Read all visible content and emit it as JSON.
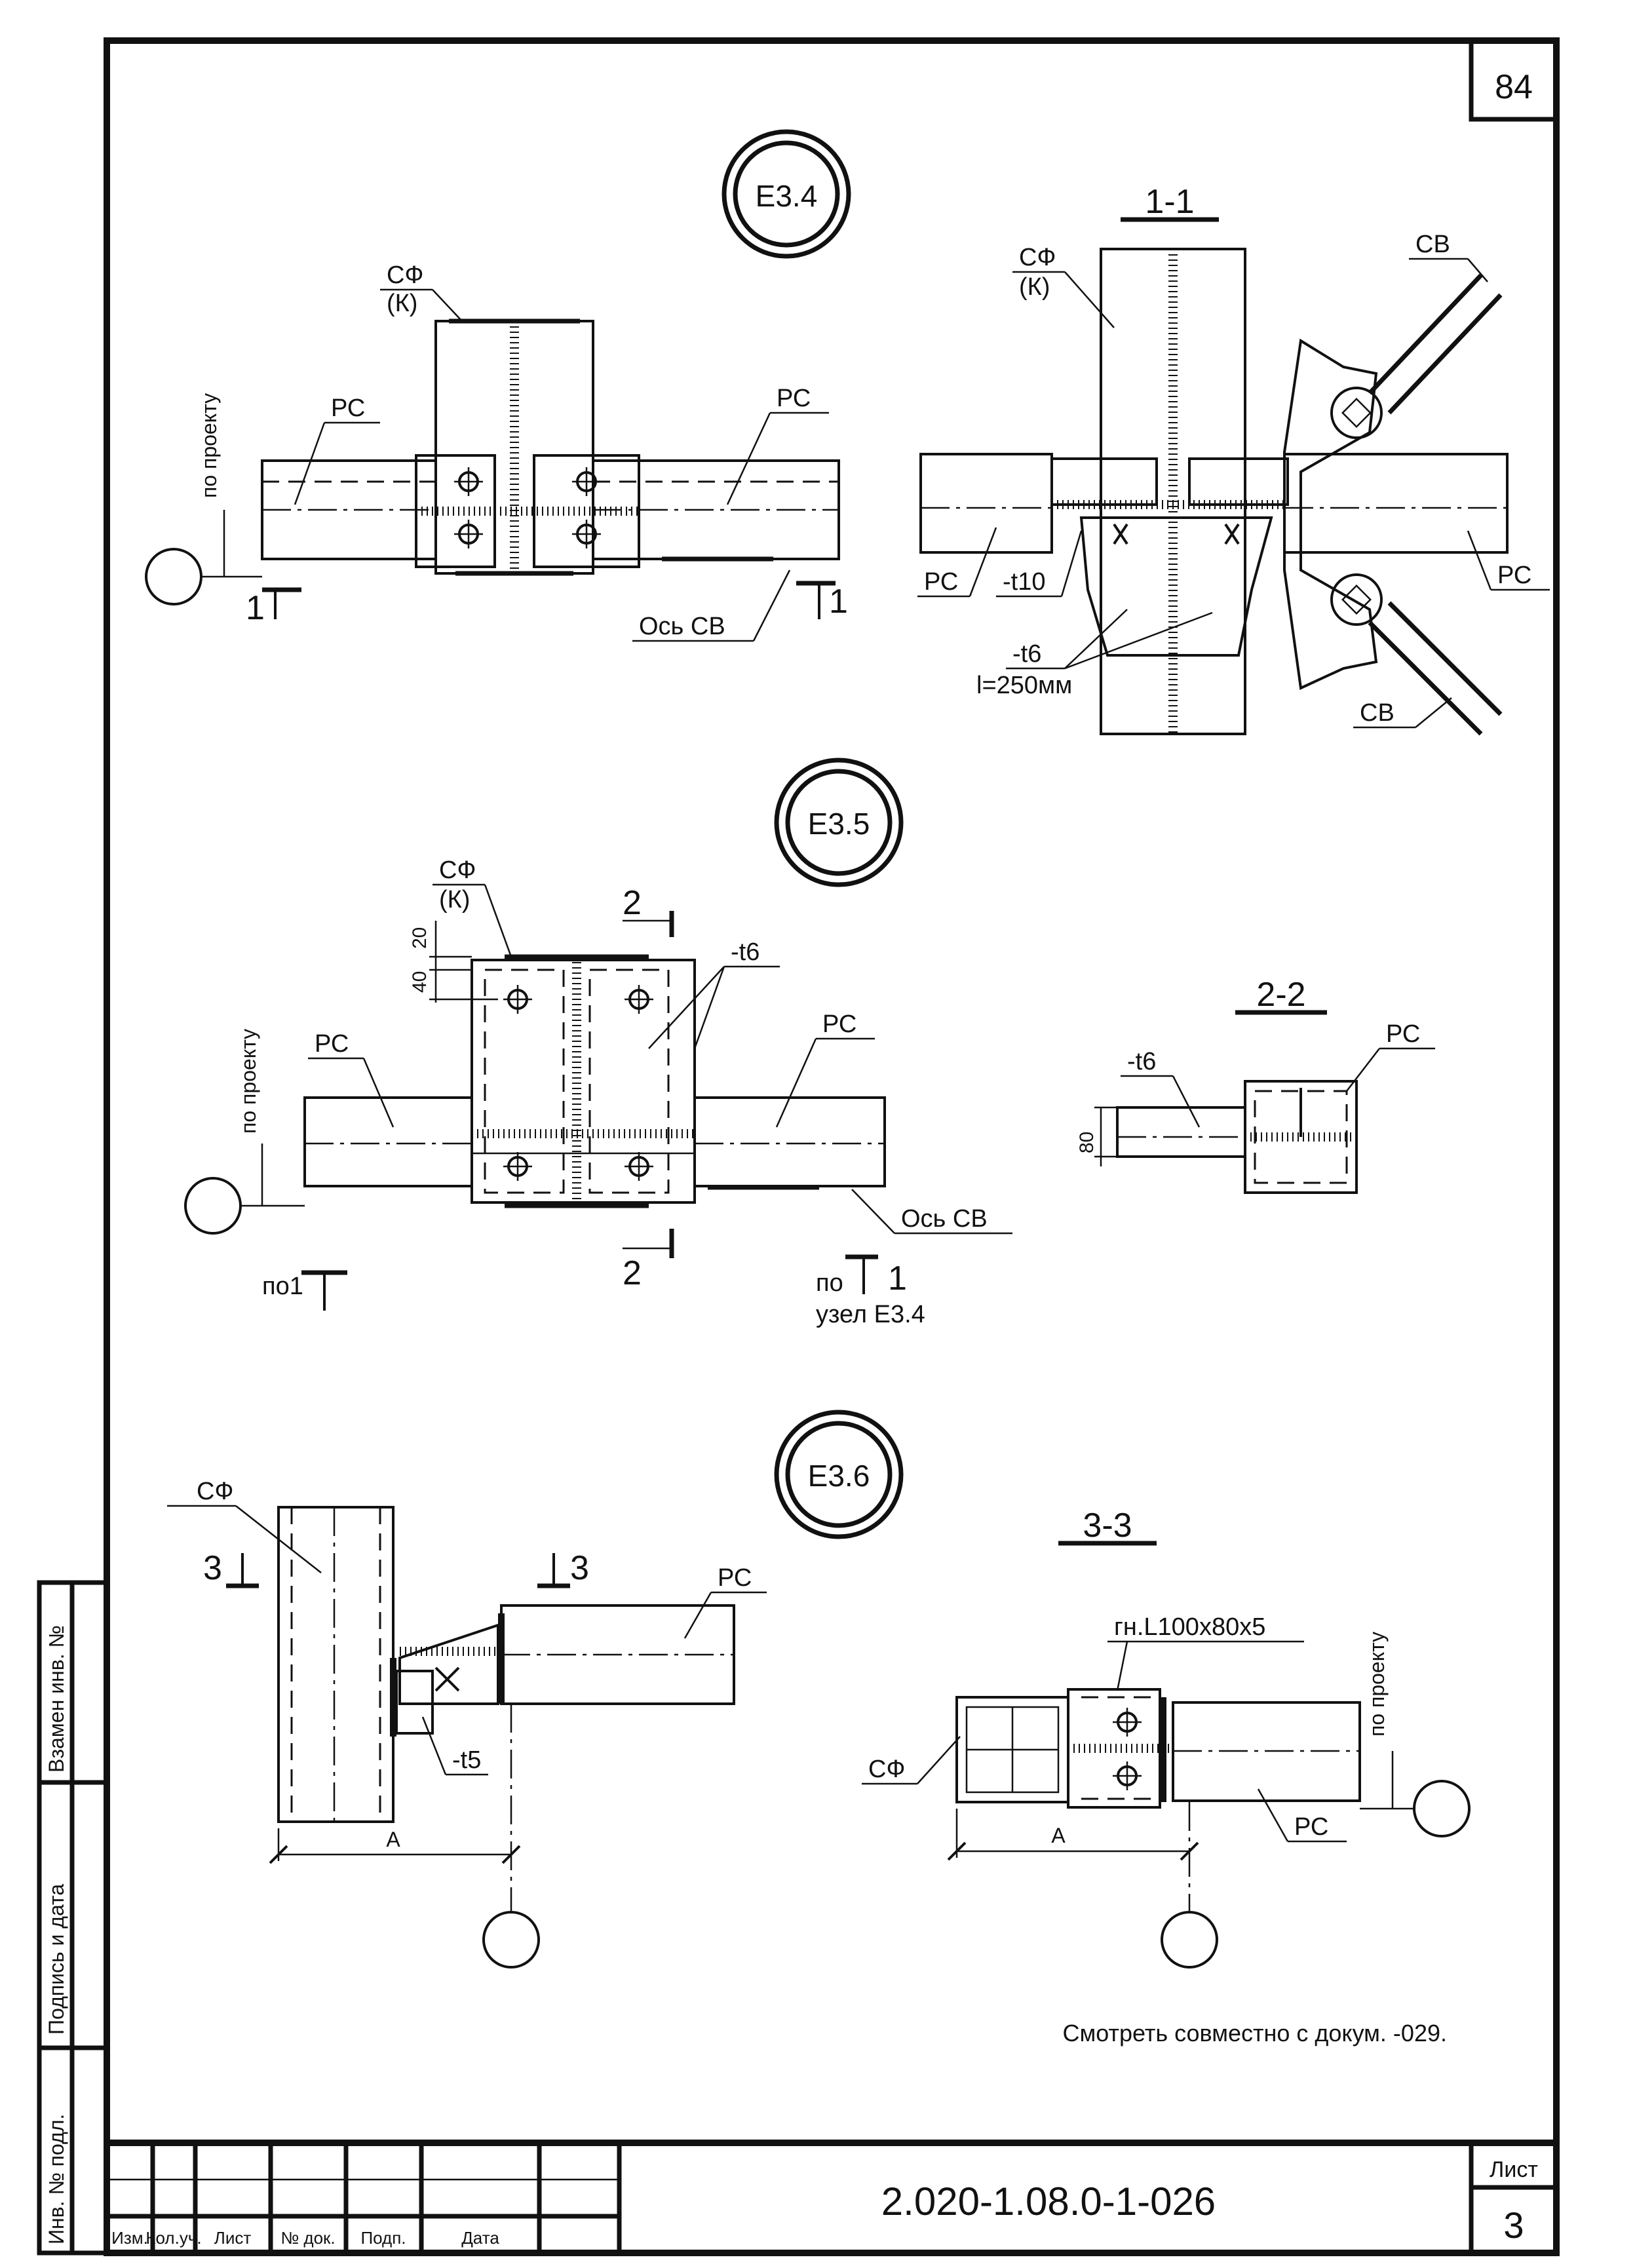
{
  "sheet": {
    "page_number": "84",
    "document_code": "2.020-1.08.0-1-026",
    "sheet_label": "Лист",
    "sheet_number": "3",
    "note": "Смотреть совместно с докум. -029."
  },
  "title_block": {
    "columns": [
      "Изм.",
      "Кол.уч.",
      "Лист",
      "№ док.",
      "Подп.",
      "Дата"
    ]
  },
  "side_stamp": {
    "fields": [
      "Взамен инв. №",
      "Подпись и дата",
      "Инв. № подл."
    ]
  },
  "nodes": {
    "e34": {
      "tag": "Е3.4",
      "sf": "СФ",
      "k": "(К)",
      "rc_left": "РС",
      "rc_right": "РС",
      "po_proektu": "по проекту",
      "section_left": "1",
      "section_right": "1",
      "os_sv": "Ось СВ"
    },
    "s11": {
      "title": "1-1",
      "sf": "СФ",
      "k": "(К)",
      "sv_top": "СВ",
      "sv_bottom": "СВ",
      "rc_left": "РС",
      "rc_right": "РС",
      "t10": "-t10",
      "t6": "-t6",
      "len": "l=250мм"
    },
    "e35": {
      "tag": "Е3.5",
      "sf": "СФ",
      "k": "(К)",
      "dim20": "20",
      "dim40": "40",
      "t6": "-t6",
      "rc_left": "РС",
      "rc_right": "РС",
      "po_proektu": "по проекту",
      "sec2_top": "2",
      "sec2_bottom": "2",
      "os_sv": "Ось СВ",
      "po1": "по1",
      "po_right": "по",
      "one_right": "1",
      "uzel": "узел Е3.4"
    },
    "s22": {
      "title": "2-2",
      "t6": "-t6",
      "rc": "РС",
      "dim80": "80"
    },
    "e36": {
      "tag": "Е3.6",
      "sf": "СФ",
      "rc": "РС",
      "sec3_left": "3",
      "sec3_right": "3",
      "t5": "-t5",
      "dim_a": "А"
    },
    "s33": {
      "title": "3-3",
      "angle": "гн.L100x80x5",
      "sf": "СФ",
      "rc": "РС",
      "po_proektu": "по проекту",
      "dim_a": "А"
    }
  }
}
